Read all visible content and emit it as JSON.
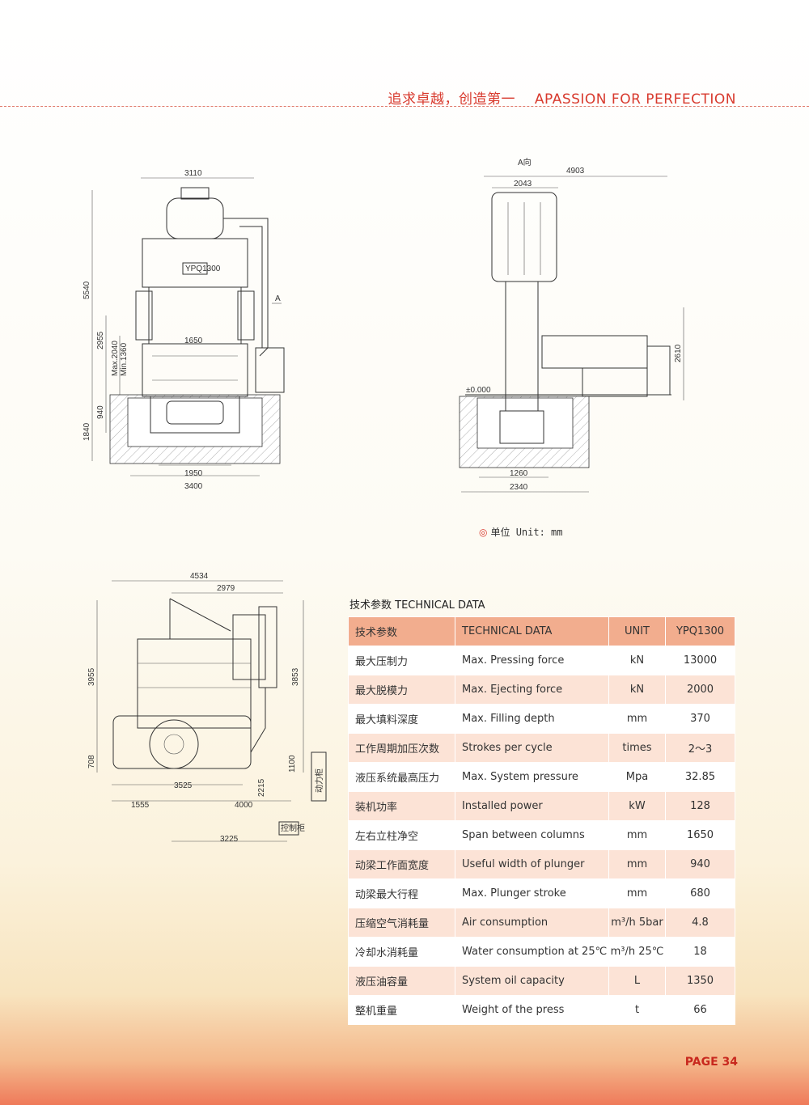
{
  "header": {
    "slogan_cn": "追求卓越，创造第一",
    "slogan_en": "APASSION FOR PERFECTION"
  },
  "drawings": {
    "front": {
      "width_top": "3110",
      "height_total": "5540",
      "height_upper": "2955",
      "stroke_max": "Max.2040",
      "stroke_min": "Min.1360",
      "span": "1650",
      "height_base": "940",
      "pit_depth": "1840",
      "base_width": "1950",
      "pit_width": "3400",
      "model_label": "YPQ1300",
      "view_marker": "A"
    },
    "side": {
      "view_label": "A向",
      "width_total": "4903",
      "width_press": "2043",
      "height_right": "2610",
      "level": "±0.000",
      "base_width": "1260",
      "pit_width": "2340"
    },
    "plan": {
      "width_total": "4534",
      "width_mid": "2979",
      "height_total": "3955",
      "height_right": "3853",
      "height_base": "708",
      "width_lower": "3525",
      "left_offset": "1555",
      "distance": "4000",
      "dist_v": "2215",
      "dist_cab": "1100",
      "bottom_width": "3225",
      "cabinet_power": "动力柜",
      "cabinet_control": "控制柜"
    }
  },
  "unit_note": {
    "icon": "◎",
    "text": "单位 Unit: mm"
  },
  "technical_data": {
    "title": "技术参数 TECHNICAL DATA",
    "headers": [
      "技术参数",
      "TECHNICAL DATA",
      "UNIT",
      "YPQ1300"
    ],
    "rows": [
      {
        "cn": "最大压制力",
        "en": "Max. Pressing force",
        "unit": "kN",
        "value": "13000"
      },
      {
        "cn": "最大脱模力",
        "en": "Max. Ejecting force",
        "unit": "kN",
        "value": "2000"
      },
      {
        "cn": "最大填料深度",
        "en": "Max. Filling depth",
        "unit": "mm",
        "value": "370"
      },
      {
        "cn": "工作周期加压次数",
        "en": "Strokes per cycle",
        "unit": "times",
        "value": "2～3"
      },
      {
        "cn": "液压系统最高压力",
        "en": "Max. System pressure",
        "unit": "Mpa",
        "value": "32.85"
      },
      {
        "cn": "装机功率",
        "en": "Installed power",
        "unit": "kW",
        "value": "128"
      },
      {
        "cn": "左右立柱净空",
        "en": "Span between columns",
        "unit": "mm",
        "value": "1650"
      },
      {
        "cn": "动梁工作面宽度",
        "en": "Useful width of plunger",
        "unit": "mm",
        "value": "940"
      },
      {
        "cn": "动梁最大行程",
        "en": "Max. Plunger stroke",
        "unit": "mm",
        "value": "680"
      },
      {
        "cn": "压缩空气消耗量",
        "en": "Air consumption",
        "unit": "m³/h 5bar",
        "value": "4.8"
      },
      {
        "cn": "冷却水消耗量",
        "en": "Water consumption at 25℃",
        "unit": "m³/h 25℃",
        "value": "18"
      },
      {
        "cn": "液压油容量",
        "en": "System oil capacity",
        "unit": "L",
        "value": "1350"
      },
      {
        "cn": "整机重量",
        "en": "Weight of the press",
        "unit": "t",
        "value": "66"
      }
    ]
  },
  "footer": {
    "page": "PAGE 34"
  }
}
